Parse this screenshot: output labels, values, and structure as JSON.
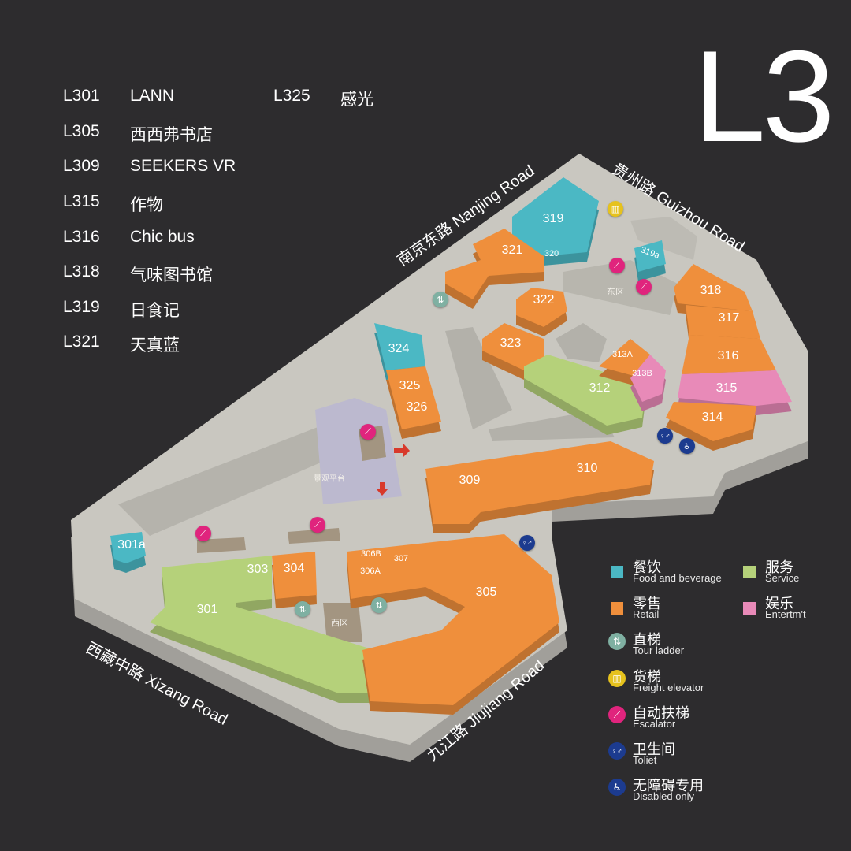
{
  "floor_label": "L3",
  "directory": [
    {
      "code": "L301",
      "name": "LANN"
    },
    {
      "code": "L305",
      "name": "西西弗书店"
    },
    {
      "code": "L309",
      "name": "SEEKERS VR"
    },
    {
      "code": "L315",
      "name": "作物"
    },
    {
      "code": "L316",
      "name": "Chic bus"
    },
    {
      "code": "L318",
      "name": "气味图书馆"
    },
    {
      "code": "L319",
      "name": "日食记"
    },
    {
      "code": "L321",
      "name": "天真蓝"
    },
    {
      "code": "L325",
      "name": "感光"
    }
  ],
  "roads": {
    "nanjing": "南京东路 Nanjing Road",
    "guizhou": "贵州路 Guizhou Road",
    "xizang": "西藏中路 Xizang Road",
    "jiujiang": "九江路 Jiujiang Road"
  },
  "colors": {
    "food": "#4bb8c4",
    "retail": "#ef8f3c",
    "service": "#b5d17a",
    "entertainment": "#e88ab8",
    "escalator": "#e0247d",
    "elevator": "#7fb0a2",
    "freight": "#e6c21d",
    "toilet": "#1c3b8f",
    "disabled": "#1c3b8f",
    "floor_top": "#c9c7c0",
    "floor_side": "#9c9991"
  },
  "stores": [
    {
      "label": "319",
      "category": "food"
    },
    {
      "label": "320",
      "category": "food"
    },
    {
      "label": "321",
      "category": "retail"
    },
    {
      "label": "319a",
      "category": "food"
    },
    {
      "label": "322",
      "category": "retail"
    },
    {
      "label": "323",
      "category": "retail"
    },
    {
      "label": "312",
      "category": "service"
    },
    {
      "label": "313A",
      "category": "retail"
    },
    {
      "label": "313B",
      "category": "entertainment"
    },
    {
      "label": "318",
      "category": "retail"
    },
    {
      "label": "317",
      "category": "retail"
    },
    {
      "label": "316",
      "category": "retail"
    },
    {
      "label": "315",
      "category": "entertainment"
    },
    {
      "label": "314",
      "category": "retail"
    },
    {
      "label": "324",
      "category": "food"
    },
    {
      "label": "325",
      "category": "retail"
    },
    {
      "label": "326",
      "category": "retail"
    },
    {
      "label": "309",
      "category": "retail"
    },
    {
      "label": "310",
      "category": "retail"
    },
    {
      "label": "301a",
      "category": "food"
    },
    {
      "label": "301",
      "category": "service"
    },
    {
      "label": "303",
      "category": "service"
    },
    {
      "label": "304",
      "category": "retail"
    },
    {
      "label": "306B",
      "category": "retail"
    },
    {
      "label": "306A",
      "category": "retail"
    },
    {
      "label": "307",
      "category": "retail"
    },
    {
      "label": "305",
      "category": "retail"
    }
  ],
  "zones": {
    "east": "东区",
    "west": "西区",
    "viewing": "景观平台"
  },
  "legend": [
    {
      "zh": "餐饮",
      "en": "Food and beverage",
      "type": "food"
    },
    {
      "zh": "服务",
      "en": "Service",
      "type": "service"
    },
    {
      "zh": "零售",
      "en": "Retail",
      "type": "retail"
    },
    {
      "zh": "娱乐",
      "en": "Entertm't",
      "type": "entertainment"
    },
    {
      "zh": "直梯",
      "en": "Tour ladder",
      "type": "elevator"
    },
    {
      "zh": "货梯",
      "en": "Freight elevator",
      "type": "freight"
    },
    {
      "zh": "自动扶梯",
      "en": "Escalator",
      "type": "escalator"
    },
    {
      "zh": "卫生间",
      "en": "Toliet",
      "type": "toilet"
    },
    {
      "zh": "无障碍专用",
      "en": "Disabled only",
      "type": "disabled"
    }
  ],
  "icons": {
    "elevator": "⇅",
    "freight": "▥",
    "escalator": "⟋",
    "toilet": "♀♂",
    "disabled": "♿"
  }
}
